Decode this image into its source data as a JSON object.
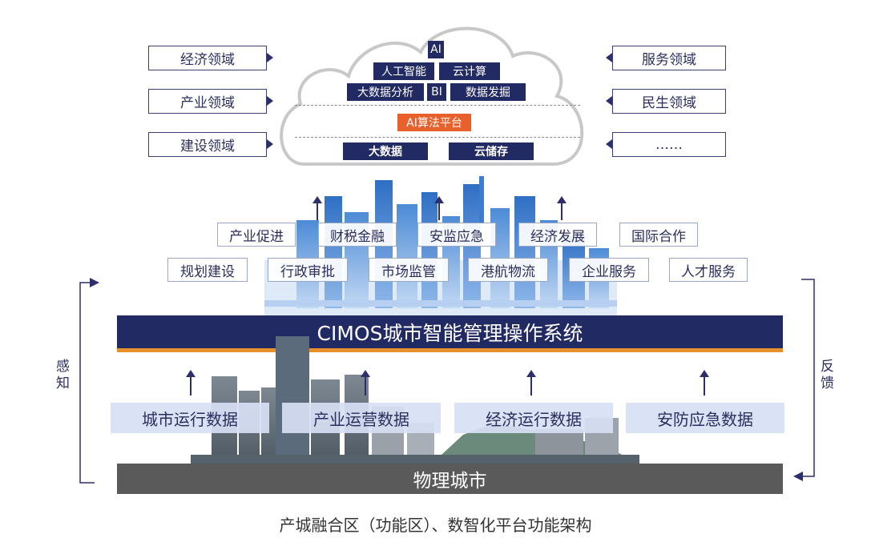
{
  "left_domains": [
    "经济领域",
    "产业领域",
    "建设领域"
  ],
  "right_domains": [
    "服务领域",
    "民生领域",
    "……"
  ],
  "cloud": {
    "ai": "AI",
    "row2": [
      "人工智能",
      "云计算"
    ],
    "row3": [
      "大数据分析",
      "BI",
      "数据发掘"
    ],
    "platform": "AI算法平台",
    "base": [
      "大数据",
      "云储存"
    ]
  },
  "functions_row1": [
    "产业促进",
    "财税金融",
    "安监应急",
    "经济发展",
    "国际合作"
  ],
  "functions_row2": [
    "规划建设",
    "行政审批",
    "市场监管",
    "港航物流",
    "企业服务",
    "人才服务"
  ],
  "os_bar": "CIMOS城市智能管理操作系统",
  "data_boxes": [
    "城市运行数据",
    "产业运营数据",
    "经济运行数据",
    "安防应急数据"
  ],
  "physical_city": "物理城市",
  "left_label": [
    "感",
    "知"
  ],
  "right_label": [
    "反",
    "馈"
  ],
  "caption": "产城融合区（功能区）、数智化平台功能架构",
  "colors": {
    "navy": "#222a63",
    "orange": "#e8612c",
    "gray": "#5a5a5a",
    "light_blue": "#d7e0f4"
  }
}
